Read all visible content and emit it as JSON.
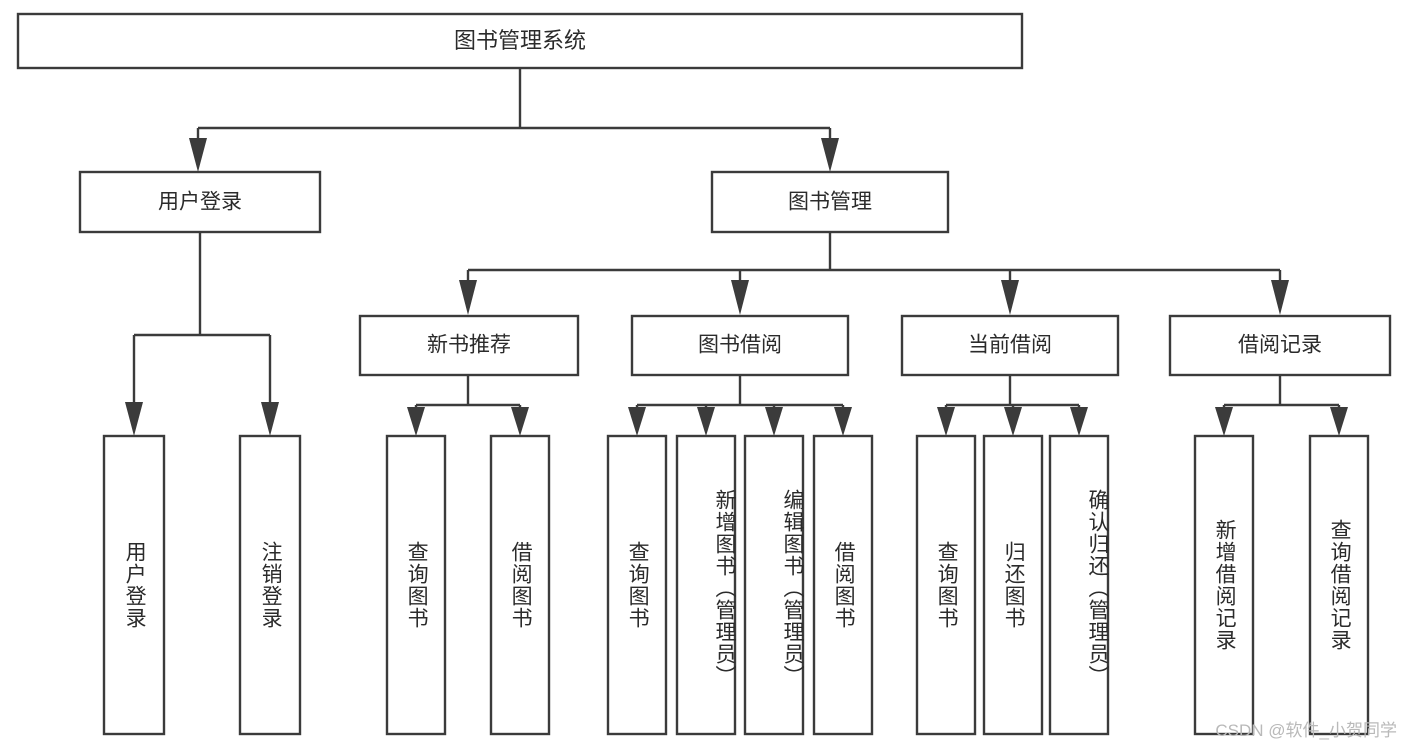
{
  "diagram": {
    "title": "图书管理系统",
    "type": "hierarchy-tree",
    "root": {
      "id": "root",
      "label": "图书管理系统"
    },
    "level2": [
      {
        "id": "user-login",
        "label": "用户登录"
      },
      {
        "id": "book-management",
        "label": "图书管理"
      }
    ],
    "level3": [
      {
        "id": "new-book-recommend",
        "label": "新书推荐",
        "parent": "book-management"
      },
      {
        "id": "book-borrow",
        "label": "图书借阅",
        "parent": "book-management"
      },
      {
        "id": "current-borrow",
        "label": "当前借阅",
        "parent": "book-management"
      },
      {
        "id": "borrow-record",
        "label": "借阅记录",
        "parent": "book-management"
      }
    ],
    "leaves": [
      {
        "id": "leaf-user-login",
        "label": "用户登录",
        "parent": "user-login"
      },
      {
        "id": "leaf-logout",
        "label": "注销登录",
        "parent": "user-login"
      },
      {
        "id": "leaf-query-book-1",
        "label": "查询图书",
        "parent": "new-book-recommend"
      },
      {
        "id": "leaf-borrow-book-1",
        "label": "借阅图书",
        "parent": "new-book-recommend"
      },
      {
        "id": "leaf-query-book-2",
        "label": "查询图书",
        "parent": "book-borrow"
      },
      {
        "id": "leaf-add-book",
        "label": "新增图书（管理员）",
        "parent": "book-borrow"
      },
      {
        "id": "leaf-edit-book",
        "label": "编辑图书（管理员）",
        "parent": "book-borrow"
      },
      {
        "id": "leaf-borrow-book-2",
        "label": "借阅图书",
        "parent": "book-borrow"
      },
      {
        "id": "leaf-query-book-3",
        "label": "查询图书",
        "parent": "current-borrow"
      },
      {
        "id": "leaf-return-book",
        "label": "归还图书",
        "parent": "current-borrow"
      },
      {
        "id": "leaf-confirm-return",
        "label": "确认归还（管理员）",
        "parent": "current-borrow"
      },
      {
        "id": "leaf-add-record",
        "label": "新增借阅记录",
        "parent": "borrow-record"
      },
      {
        "id": "leaf-query-record",
        "label": "查询借阅记录",
        "parent": "borrow-record"
      }
    ],
    "watermark": "CSDN @软件_小贺同学",
    "colors": {
      "stroke": "#3b3b3b",
      "box_fill": "#ffffff",
      "text": "#2b2b2b",
      "background": "#ffffff",
      "watermark": "#b9b9b9"
    }
  }
}
